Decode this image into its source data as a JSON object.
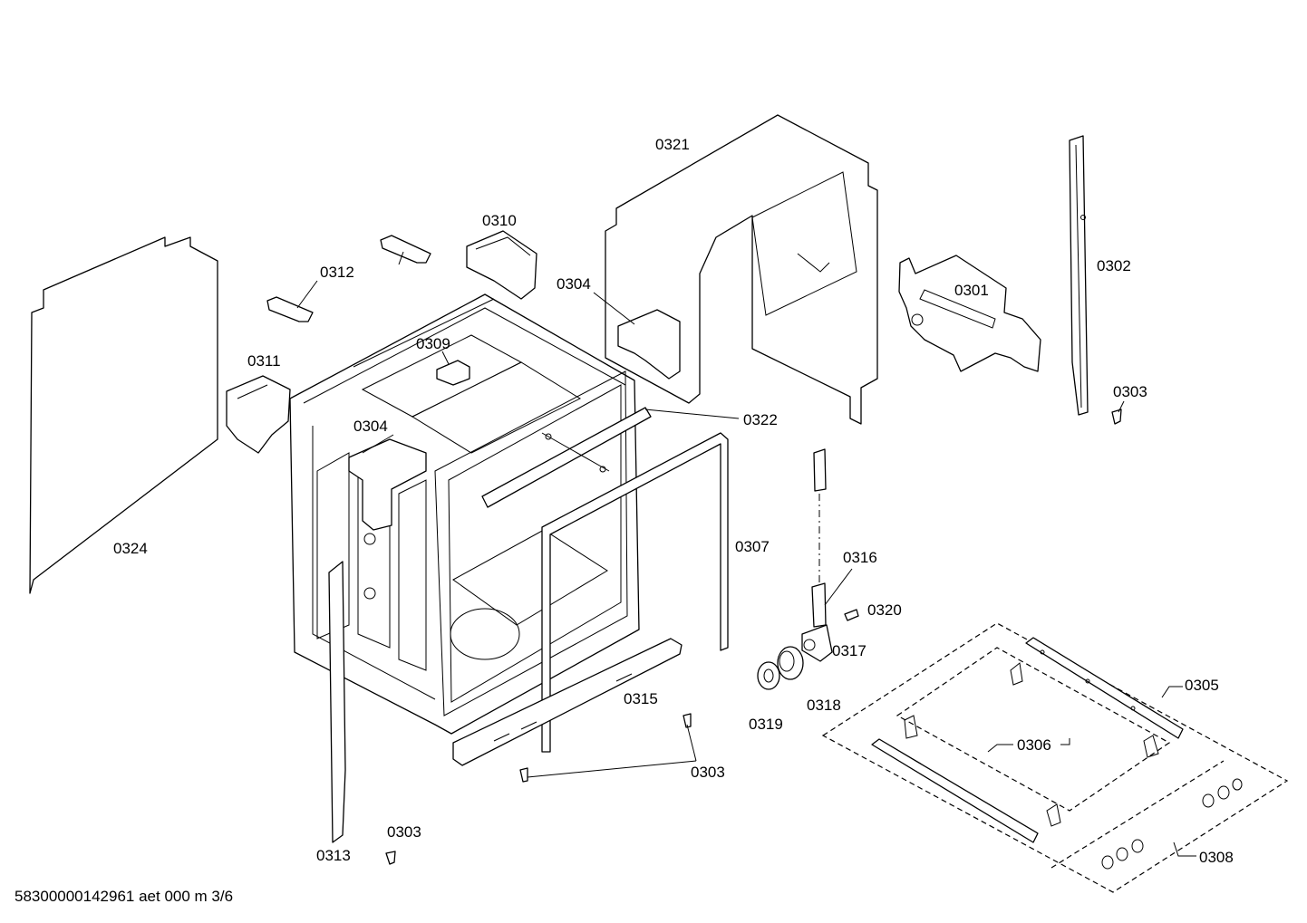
{
  "callouts": {
    "c0321": "0321",
    "c0310": "0310",
    "c0312": "0312",
    "c0304a": "0304",
    "c0304b": "0304",
    "c0309": "0309",
    "c0311": "0311",
    "c0301": "0301",
    "c0302": "0302",
    "c0303a": "0303",
    "c0303b": "0303",
    "c0303c": "0303",
    "c0322": "0322",
    "c0324": "0324",
    "c0307": "0307",
    "c0316": "0316",
    "c0320": "0320",
    "c0317": "0317",
    "c0318": "0318",
    "c0319": "0319",
    "c0315": "0315",
    "c0313": "0313",
    "c0305": "0305",
    "c0306": "0306",
    "c0308": "0308"
  },
  "footer": {
    "doc_code": "58300000142961 aet 000 m 3/6"
  }
}
